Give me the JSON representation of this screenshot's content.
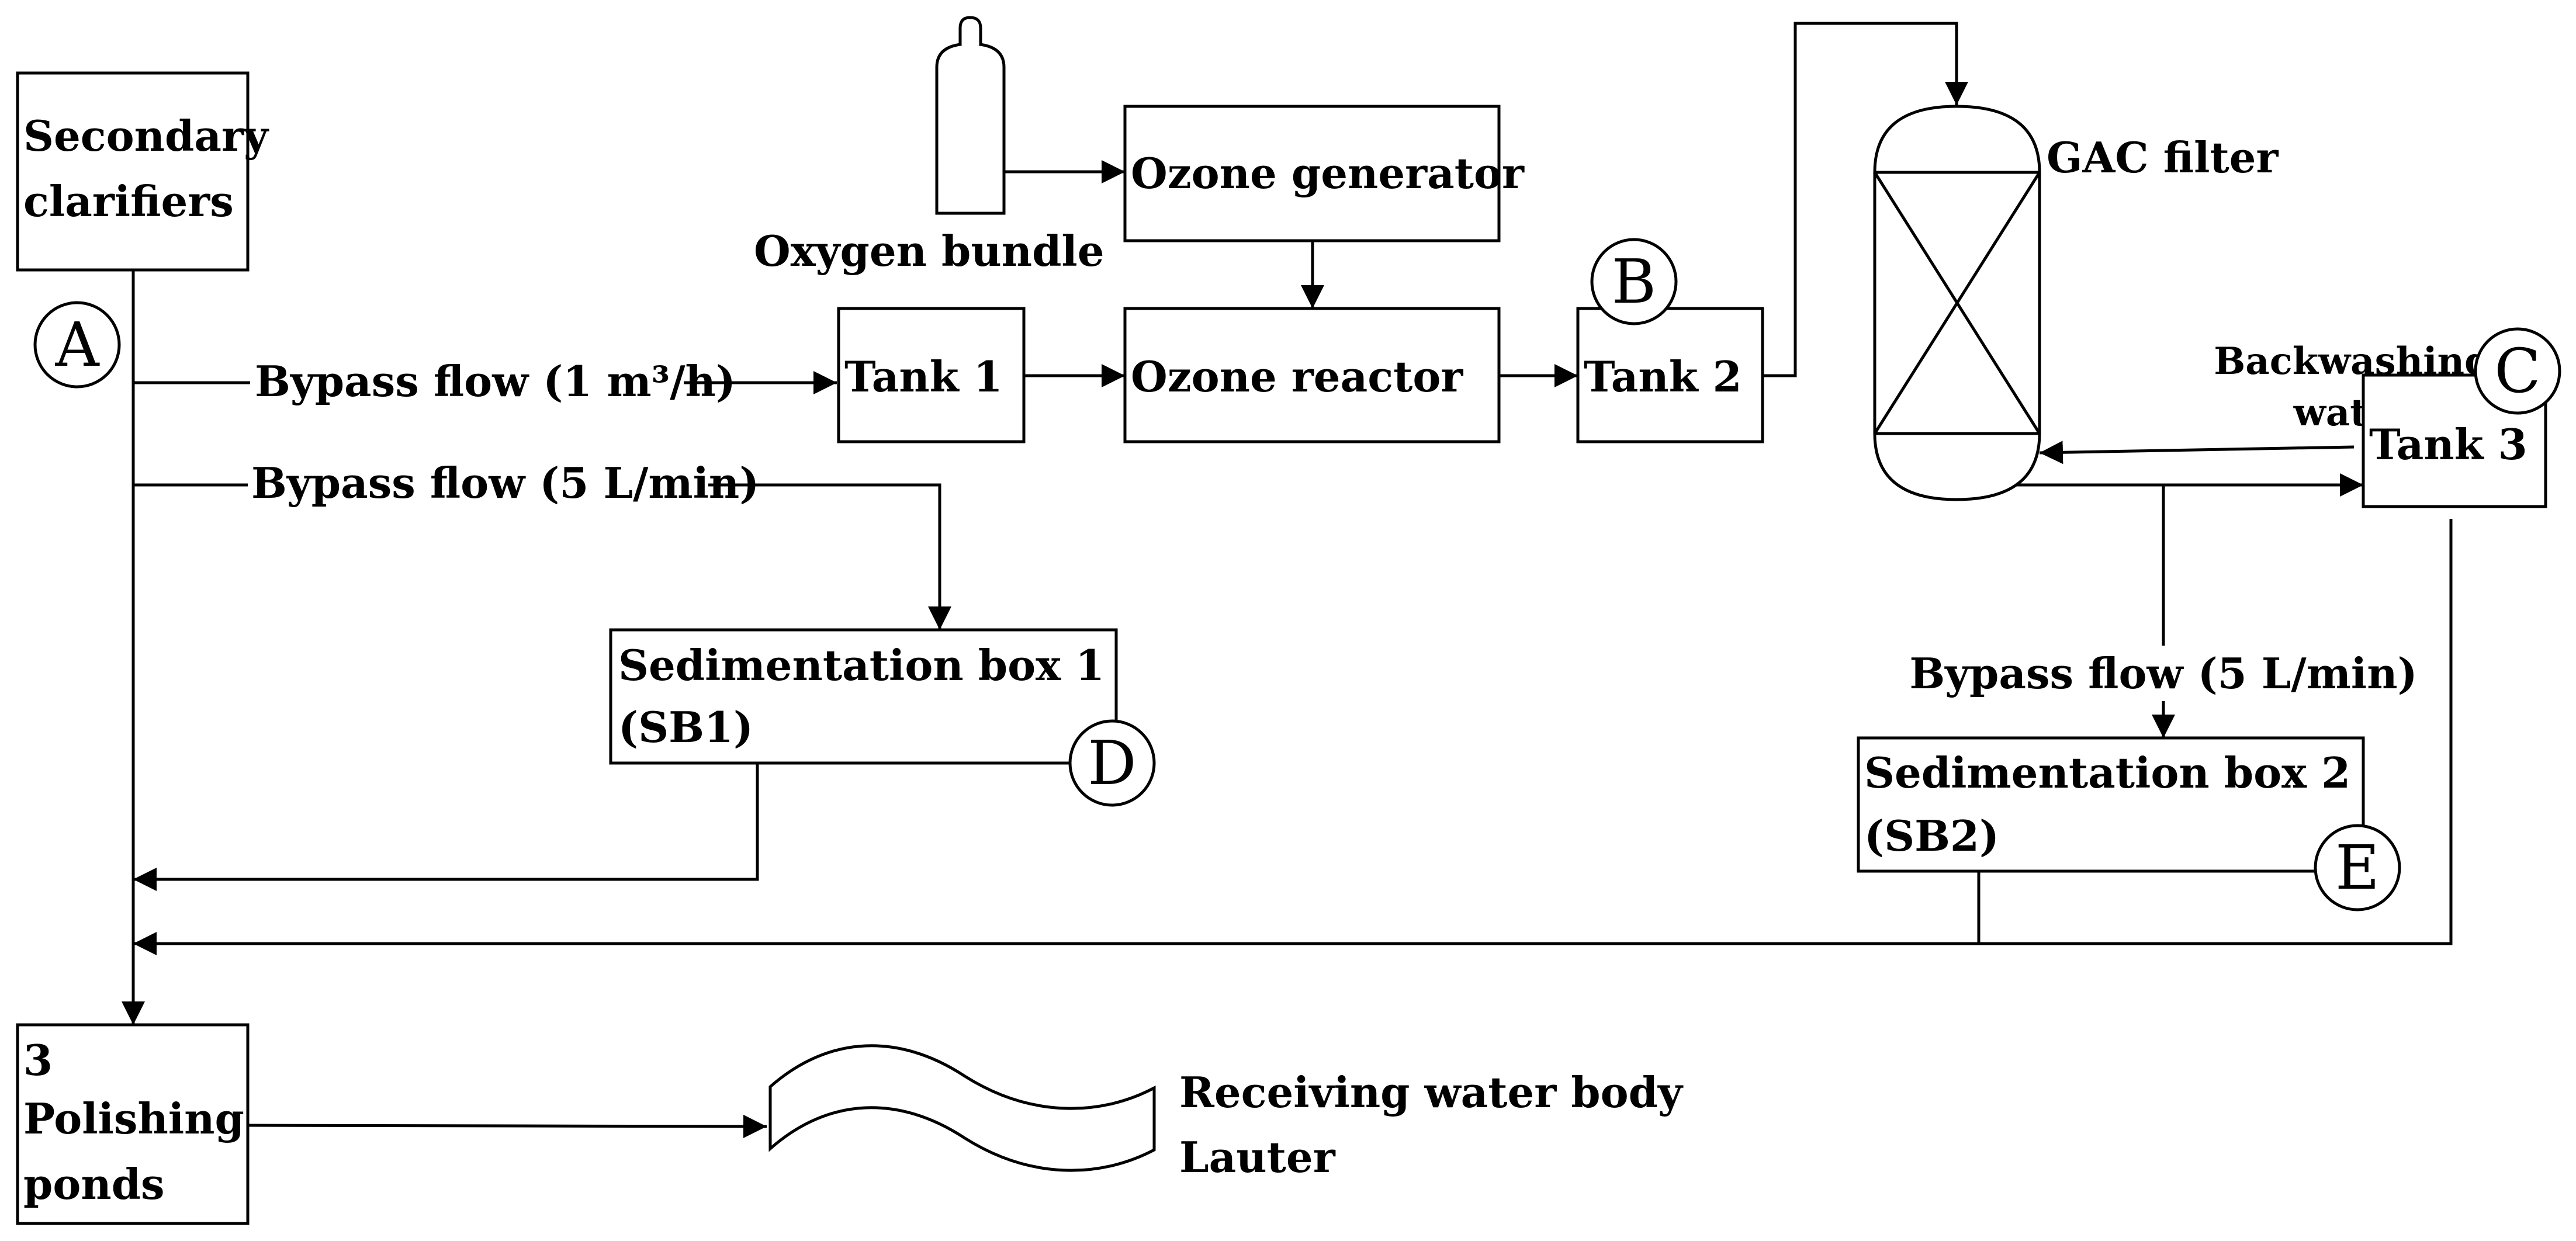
{
  "nodes": {
    "secondary_clarifiers": {
      "line1": "Secondary",
      "line2": "clarifiers"
    },
    "oxygen_bundle": {
      "label": "Oxygen bundle"
    },
    "ozone_generator": {
      "label": "Ozone generator"
    },
    "tank1": {
      "label": "Tank 1"
    },
    "ozone_reactor": {
      "label": "Ozone reactor"
    },
    "tank2": {
      "label": "Tank 2"
    },
    "gac_filter": {
      "label": "GAC filter"
    },
    "tank3": {
      "label": "Tank 3"
    },
    "sb1": {
      "line1": "Sedimentation box 1",
      "line2": "(SB1)"
    },
    "sb2": {
      "line1": "Sedimentation box 2",
      "line2": "(SB2)"
    },
    "polishing_ponds": {
      "line1": "3",
      "line2": "Polishing",
      "line3": "ponds"
    },
    "receiving": {
      "line1": "Receiving water body",
      "line2": "Lauter"
    }
  },
  "flows": {
    "bypass_1": "Bypass flow (1 m³/h)",
    "bypass_2": "Bypass flow (5 L/min)",
    "bypass_3": "Bypass flow (5 L/min)",
    "backwash_line1": "Backwashing",
    "backwash_line2": "water"
  },
  "sampling_points": [
    "A",
    "B",
    "C",
    "D",
    "E"
  ]
}
